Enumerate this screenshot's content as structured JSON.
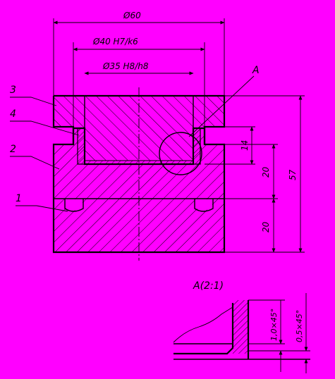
{
  "drawing": {
    "background_color": "#ff00ff",
    "line_color": "#000000",
    "dimensions": {
      "d60": "Ø60",
      "d40": "Ø40 H7/k6",
      "d35": "Ø35 H8/h8",
      "h14": "14",
      "h20_upper": "20",
      "h57": "57",
      "h20_lower": "20"
    },
    "parts": {
      "p1": "1",
      "p2": "2",
      "p3": "3",
      "p4": "4"
    },
    "detail_marker": "A",
    "detail": {
      "title": "A(2:1)",
      "chamfer_1": "1,0×45°",
      "chamfer_2": "0,5×45°"
    }
  }
}
